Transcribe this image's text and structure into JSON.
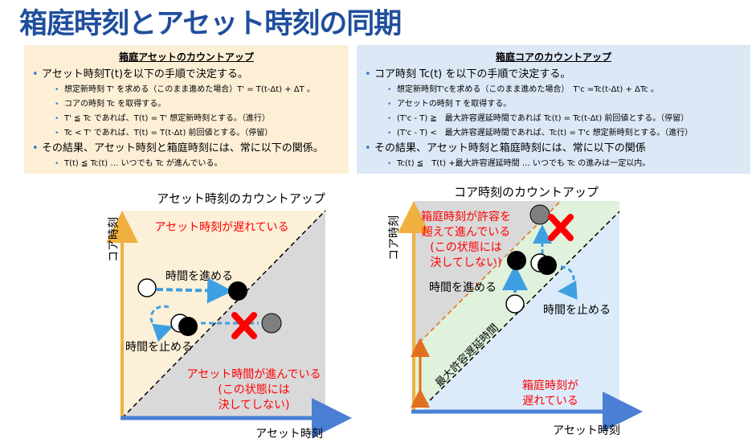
{
  "title": "箱庭時刻とアセット時刻の同期",
  "left_box": {
    "heading": "箱庭アセットのカウントアップ",
    "items": [
      {
        "level": 1,
        "text": "アセット時刻T(t)を以下の手順で決定する。"
      },
      {
        "level": 2,
        "text": "想定新時刻 T' を求める（このまま進めた場合）T' = T(t-Δt) + ΔT 。"
      },
      {
        "level": 2,
        "text": "コアの時刻 Tc を取得する。"
      },
      {
        "level": 2,
        "text": "T' ≦ Tc であれば、T(t) = T' 想定新時刻とする。（進行）"
      },
      {
        "level": 2,
        "text": "Tc < T' であれば、T(t) = T(t-Δt) 前回値とする。（停留）"
      },
      {
        "level": 1,
        "text": "その結果、アセット時刻と箱庭時刻には、常に以下の関係。"
      },
      {
        "level": 2,
        "text": "T(t) ≦ Tc(t) … いつでも Tc が進んでいる。"
      }
    ]
  },
  "right_box": {
    "heading": "箱庭コアのカウントアップ",
    "items": [
      {
        "level": 1,
        "text": "コア時刻 Tc(t) を以下の手順で決定する。"
      },
      {
        "level": 2,
        "text": "想定新時刻T'cを求める（このまま進めた場合）　T'c =Tc(t-Δt) + ΔTc 。"
      },
      {
        "level": 2,
        "text": "アセットの時刻 T を取得する。"
      },
      {
        "level": 2,
        "text": "(T'c - T) ≧　最大許容遅延時間であれば Tc(t) = Tc(t-Δt) 前回値とする。（停留）"
      },
      {
        "level": 2,
        "text": "(T'c - T) <　最大許容遅延時間であれば、Tc(t) = T'c 想定新時刻とする。（進行）"
      },
      {
        "level": 1,
        "text": "その結果、アセット時刻と箱庭時刻には、常に以下の関係"
      },
      {
        "level": 2,
        "text": "Tc(t) ≦　T(t) +最大許容遅延時間 … いつでも Tc の進みは一定以内。"
      }
    ]
  },
  "diagram_left": {
    "title": "アセット時刻のカウントアップ",
    "x_axis": "アセット時刻",
    "y_axis": "コア時刻",
    "upper_note": "アセット時刻が遅れている",
    "lower_note": [
      "アセット時間が進んでいる",
      "(この状態には",
      "決してしない)"
    ],
    "advance_label": "時間を進める",
    "stop_label": "時間を止める"
  },
  "diagram_right": {
    "title": "コア時刻のカウントアップ",
    "x_axis": "アセット時刻",
    "y_axis": "コア時刻",
    "upper_note": [
      "箱庭時刻が許容を",
      "超えて進んでいる",
      "(この状態には",
      "決してしない)"
    ],
    "band_label": "最大許容遅延時間",
    "advance_label": "時間を進める",
    "stop_label": "時間を止める",
    "lower_note": [
      "箱庭時刻が",
      "遅れている"
    ]
  },
  "colors": {
    "title": "#1f4e9c",
    "warn_text": "#ff0000",
    "axis_x": "#4a7fd4",
    "axis_y": "#f0b040",
    "arrow": "#3ea0e0",
    "cross": "#ff0000",
    "band": "#e0f2dc",
    "cream": "#fdf0d8",
    "gray": "#d9d9d9",
    "lightblue": "#dcebfa",
    "delay_arrow": "#e07020"
  }
}
